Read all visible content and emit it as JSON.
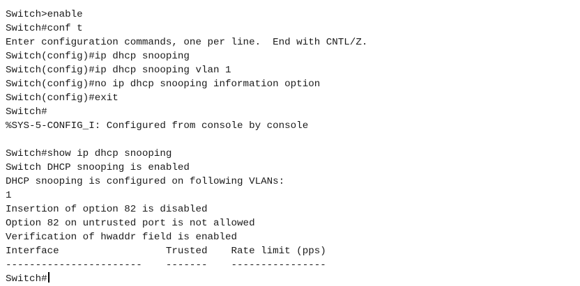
{
  "terminal": {
    "lines": [
      "Switch>enable",
      "Switch#conf t",
      "Enter configuration commands, one per line.  End with CNTL/Z.",
      "Switch(config)#ip dhcp snooping",
      "Switch(config)#ip dhcp snooping vlan 1",
      "Switch(config)#no ip dhcp snooping information option",
      "Switch(config)#exit",
      "Switch#",
      "%SYS-5-CONFIG_I: Configured from console by console",
      "",
      "Switch#show ip dhcp snooping",
      "Switch DHCP snooping is enabled",
      "DHCP snooping is configured on following VLANs:",
      "1",
      "Insertion of option 82 is disabled",
      "Option 82 on untrusted port is not allowed",
      "Verification of hwaddr field is enabled",
      "Interface                  Trusted    Rate limit (pps)",
      "-----------------------    -------    ----------------"
    ],
    "prompt": "Switch#"
  }
}
